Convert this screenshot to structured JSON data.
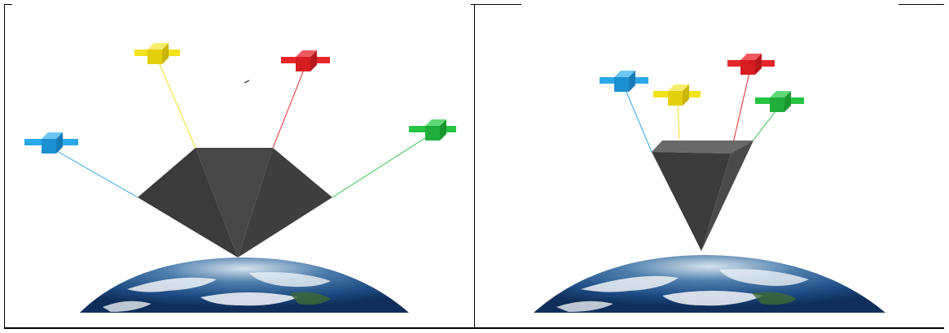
{
  "figure": {
    "panels": [
      {
        "id": "left",
        "description_shape": "wide-pyramid",
        "satellite_colors": [
          "#2aa7e8",
          "#f2e21b",
          "#e5262b",
          "#26c443"
        ]
      },
      {
        "id": "right",
        "description_shape": "narrow-inverted-pyramid",
        "satellite_colors": [
          "#2aa7e8",
          "#f2e21b",
          "#e5262b",
          "#26c443"
        ]
      }
    ],
    "colors": {
      "pyramid_dark": "#3b3b3b",
      "pyramid_mid": "#474747",
      "pyramid_light": "#555555",
      "ocean": "#1f4f8a",
      "cloud": "#eef3f7",
      "frame": "#000000"
    }
  }
}
